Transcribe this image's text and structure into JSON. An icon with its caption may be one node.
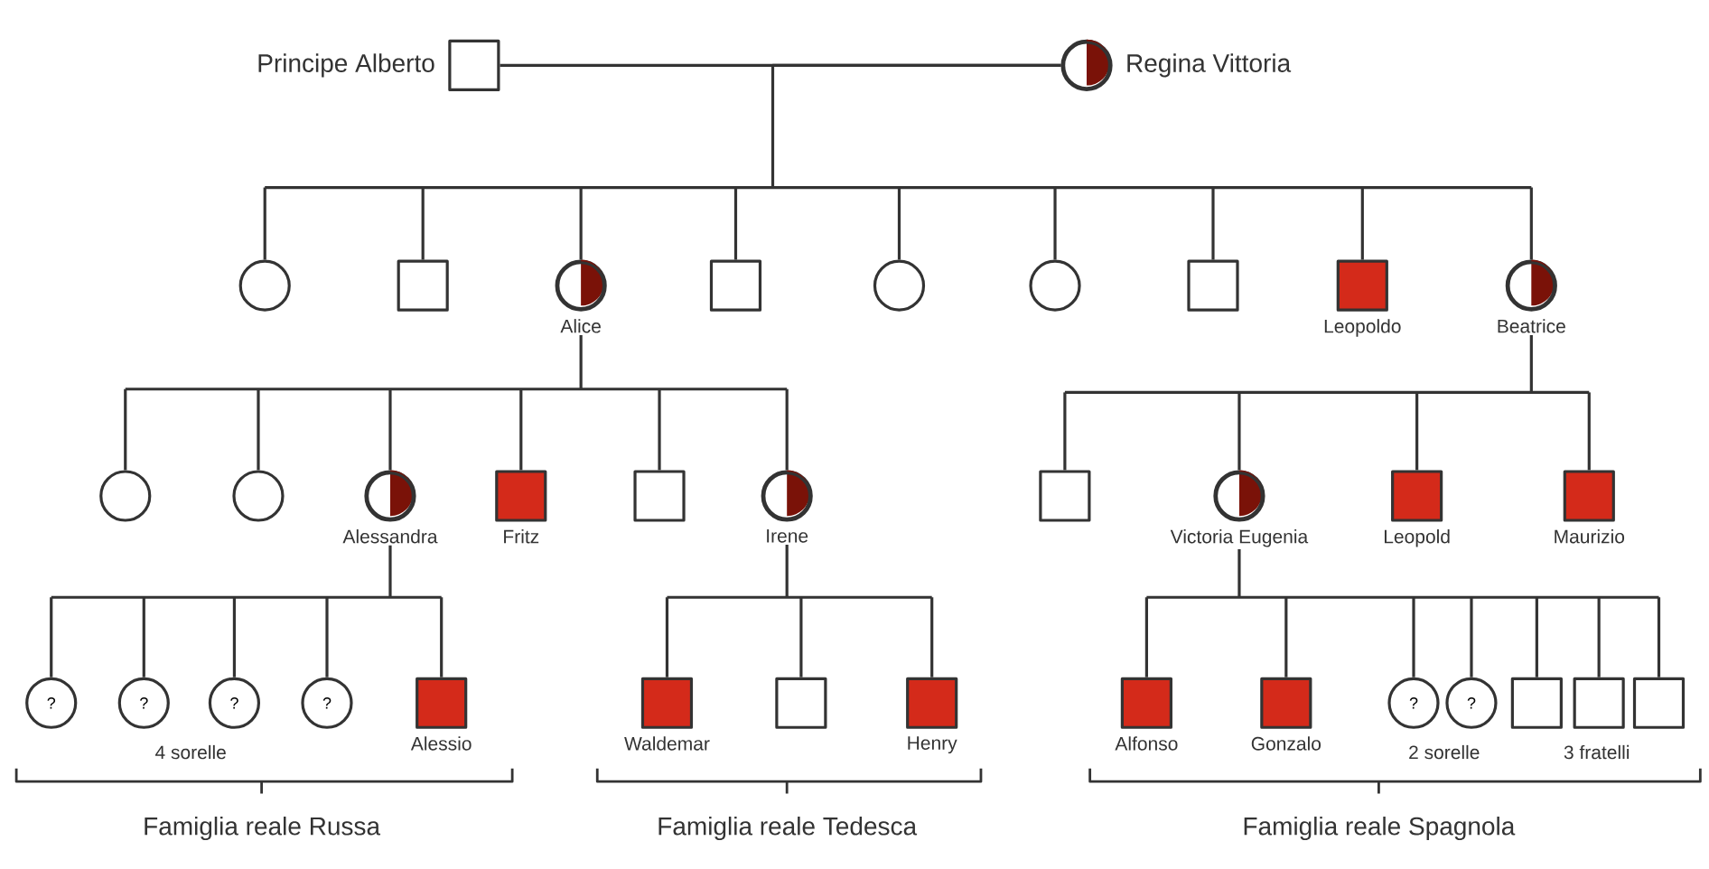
{
  "diagram": {
    "nodes": [
      {
        "text": [],
        "shape": "box",
        "beside": [
          "Principe Alberto"
        ]
      },
      {
        "text": [],
        "shape": "circle",
        "beside": [
          "Regina Vittoria"
        ]
      },
      {
        "text": [],
        "shape": "circle"
      },
      {
        "text": [],
        "shape": "box"
      },
      {
        "text": [],
        "shape": "circle",
        "beside": [
          "Alice"
        ]
      },
      {
        "text": [],
        "shape": "box"
      },
      {
        "text": [],
        "shape": "circle"
      },
      {
        "text": [],
        "shape": "circle"
      },
      {
        "text": [],
        "shape": "box"
      },
      {
        "text": [],
        "shape": "box",
        "beside": [
          "Leopoldo"
        ]
      },
      {
        "text": [],
        "shape": "circle",
        "beside": [
          "Beatrice"
        ]
      },
      {
        "text": [],
        "shape": "circle"
      },
      {
        "text": [],
        "shape": "circle"
      },
      {
        "text": [],
        "shape": "circle",
        "beside": [
          "Alessandra"
        ]
      },
      {
        "text": [],
        "shape": "box",
        "beside": [
          "Fritz"
        ]
      },
      {
        "text": [],
        "shape": "box"
      },
      {
        "text": [],
        "shape": "circle",
        "beside": [
          "Irene"
        ]
      },
      {
        "text": [],
        "shape": "box"
      },
      {
        "text": [],
        "shape": "circle",
        "beside": [
          "Victoria Eugenia"
        ]
      },
      {
        "text": [],
        "shape": "box",
        "beside": [
          "Leopold"
        ]
      },
      {
        "text": [],
        "shape": "box",
        "beside": [
          "Maurizio"
        ]
      },
      {
        "text": [
          "?"
        ]
      },
      {
        "text": [
          "?"
        ]
      },
      {
        "text": [
          "?"
        ]
      },
      {
        "text": [
          "?"
        ]
      },
      {
        "text": [],
        "shape": "box",
        "beside": [
          "Alessio"
        ]
      },
      {
        "text": [],
        "shape": "box",
        "beside": [
          "Waldemar"
        ]
      },
      {
        "text": [],
        "shape": "box"
      },
      {
        "text": [],
        "shape": "box",
        "beside": [
          "Henry"
        ]
      },
      {
        "text": [],
        "shape": "box",
        "beside": [
          "Alfonso"
        ]
      },
      {
        "text": [],
        "shape": "box",
        "beside": [
          "Gonzalo"
        ]
      },
      {
        "text": [
          "?"
        ]
      },
      {
        "text": [
          "?"
        ]
      },
      {
        "text": [],
        "shape": "box"
      },
      {
        "text": [],
        "shape": "box"
      },
      {
        "text": [],
        "shape": "box"
      }
    ],
    "edges": [
      {
        "from": 0,
        "to": 1,
        "arrow": "none"
      },
      {
        "from": 1,
        "to": 2,
        "arrow": "none"
      },
      {
        "from": 1,
        "to": 3,
        "arrow": "none"
      },
      {
        "from": 1,
        "to": 4,
        "arrow": "none"
      },
      {
        "from": 1,
        "to": 5,
        "arrow": "none"
      },
      {
        "from": 1,
        "to": 6,
        "arrow": "none"
      },
      {
        "from": 1,
        "to": 7,
        "arrow": "none"
      },
      {
        "from": 1,
        "to": 8,
        "arrow": "none"
      },
      {
        "from": 1,
        "to": 9,
        "arrow": "none"
      },
      {
        "from": 1,
        "to": 10,
        "arrow": "none"
      },
      {
        "from": 4,
        "to": 11,
        "arrow": "none"
      },
      {
        "from": 4,
        "to": 12,
        "arrow": "none"
      },
      {
        "from": 4,
        "to": 13,
        "arrow": "none"
      },
      {
        "from": 4,
        "to": 14,
        "arrow": "none"
      },
      {
        "from": 4,
        "to": 15,
        "arrow": "none"
      },
      {
        "from": 4,
        "to": 16,
        "arrow": "none"
      },
      {
        "from": 10,
        "to": 17,
        "arrow": "none"
      },
      {
        "from": 10,
        "to": 18,
        "arrow": "none"
      },
      {
        "from": 10,
        "to": 19,
        "arrow": "none"
      },
      {
        "from": 10,
        "to": 20,
        "arrow": "none"
      },
      {
        "from": 13,
        "to": 21,
        "arrow": "none"
      },
      {
        "from": 13,
        "to": 22,
        "arrow": "none"
      },
      {
        "from": 13,
        "to": 23,
        "arrow": "none"
      },
      {
        "from": 13,
        "to": 24,
        "arrow": "none"
      },
      {
        "from": 13,
        "to": 25,
        "arrow": "none"
      },
      {
        "from": 16,
        "to": 26,
        "arrow": "none"
      },
      {
        "from": 16,
        "to": 27,
        "arrow": "none"
      },
      {
        "from": 16,
        "to": 28,
        "arrow": "none"
      },
      {
        "from": 18,
        "to": 29,
        "arrow": "none"
      },
      {
        "from": 18,
        "to": 30,
        "arrow": "none"
      },
      {
        "from": 18,
        "to": 31,
        "arrow": "none"
      },
      {
        "from": 18,
        "to": 32,
        "arrow": "none"
      },
      {
        "from": 18,
        "to": 33,
        "arrow": "none"
      },
      {
        "from": 18,
        "to": 34,
        "arrow": "none"
      },
      {
        "from": 18,
        "to": 35,
        "arrow": "none"
      }
    ],
    "labels": [
      "4 sorelle",
      "2 sorelle",
      "3 fratelli",
      "Famiglia reale Russa",
      "Famiglia reale Tedesca",
      "Famiglia reale Spagnola"
    ]
  }
}
